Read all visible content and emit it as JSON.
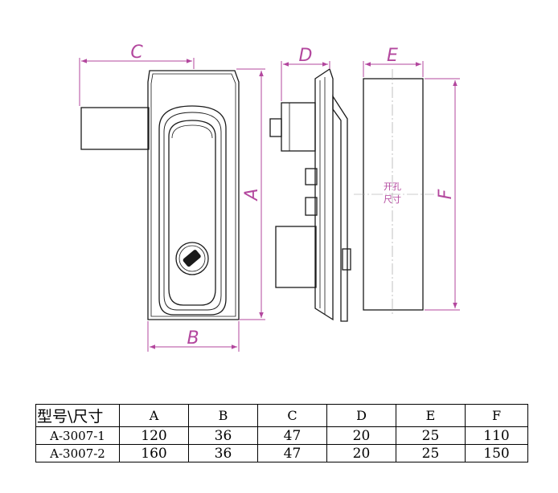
{
  "diagram": {
    "dimension_labels": {
      "A": "A",
      "B": "B",
      "C": "C",
      "D": "D",
      "E": "E",
      "F": "F"
    },
    "cutout_label": [
      "开孔",
      "尺寸"
    ],
    "dimension_color": "#b3479e",
    "line_color": "#1a1a1a"
  },
  "table": {
    "header": [
      "型号\\尺寸",
      "A",
      "B",
      "C",
      "D",
      "E",
      "F"
    ],
    "rows": [
      [
        "A-3007-1",
        "120",
        "36",
        "47",
        "20",
        "25",
        "110"
      ],
      [
        "A-3007-2",
        "160",
        "36",
        "47",
        "20",
        "25",
        "150"
      ]
    ]
  }
}
